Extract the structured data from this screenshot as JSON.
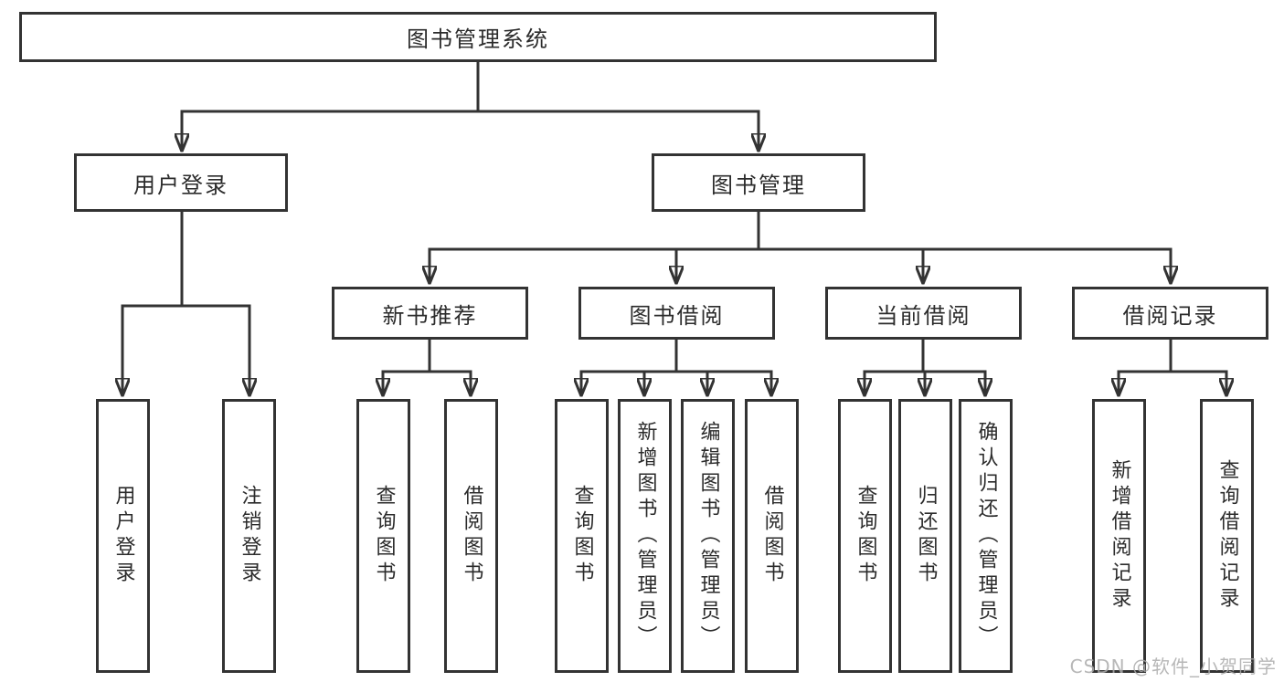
{
  "diagram": {
    "type": "tree",
    "root": {
      "label": "图书管理系统"
    },
    "level2": [
      {
        "label": "用户登录",
        "parent": "图书管理系统"
      },
      {
        "label": "图书管理",
        "parent": "图书管理系统"
      }
    ],
    "level3": [
      {
        "label": "新书推荐",
        "parent": "图书管理"
      },
      {
        "label": "图书借阅",
        "parent": "图书管理"
      },
      {
        "label": "当前借阅",
        "parent": "图书管理"
      },
      {
        "label": "借阅记录",
        "parent": "图书管理"
      }
    ],
    "leaves": {
      "user_login": [
        "用户登录",
        "注销登录"
      ],
      "new_books": [
        "查询图书",
        "借阅图书"
      ],
      "book_borrow": [
        "查询图书",
        "新增图书（管理员）",
        "编辑图书（管理员）",
        "借阅图书"
      ],
      "current_borrow": [
        "查询图书",
        "归还图书",
        "确认归还（管理员）"
      ],
      "borrow_records": [
        "新增借阅记录",
        "查询借阅记录"
      ]
    }
  },
  "colors": {
    "line": "#333333",
    "box_border": "#333333",
    "box_fill": "#ffffff",
    "text": "#2b2b2b",
    "watermark": "#ababab",
    "background": "#ffffff"
  },
  "watermark": {
    "text": "CSDN @软件_小贺同学"
  }
}
